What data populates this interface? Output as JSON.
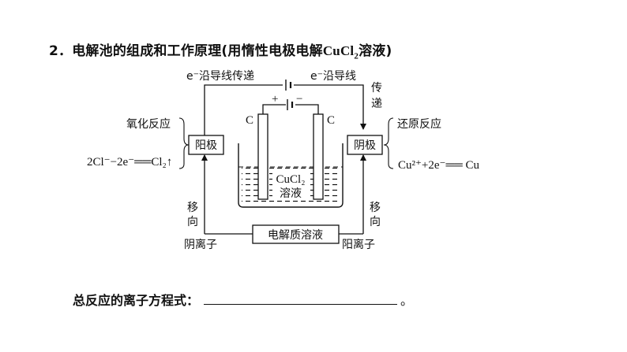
{
  "heading": {
    "number": "2．",
    "title_pre": "电解池的组成和工作原理(用惰性电极电解",
    "formula_main": "CuCl",
    "formula_sub": "2",
    "title_post": "溶液)"
  },
  "diagram": {
    "electron_flow_left": "e⁻沿导线传递",
    "electron_flow_right": "e⁻沿导线",
    "transfer_vertical": [
      "传",
      "递"
    ],
    "battery_plus": "+",
    "battery_minus": "−",
    "electrode_left": "C",
    "electrode_right": "C",
    "anode_label": "阳极",
    "cathode_label": "阴极",
    "oxidation_label": "氧化反应",
    "reduction_label": "还原反应",
    "anode_equation": "2Cl⁻−2e⁻══Cl₂↑",
    "cathode_equation": "Cu²⁺+2e⁻══ Cu",
    "solution_formula": "CuCl₂",
    "solution_word": "溶液",
    "migrate_left": [
      "移",
      "向"
    ],
    "migrate_right": [
      "移",
      "向"
    ],
    "anion_label": "阴离子",
    "cation_label": "阳离子",
    "electrolyte_label": "电解质溶液"
  },
  "footer": {
    "prompt": "总反应的离子方程式：",
    "end": "。"
  }
}
